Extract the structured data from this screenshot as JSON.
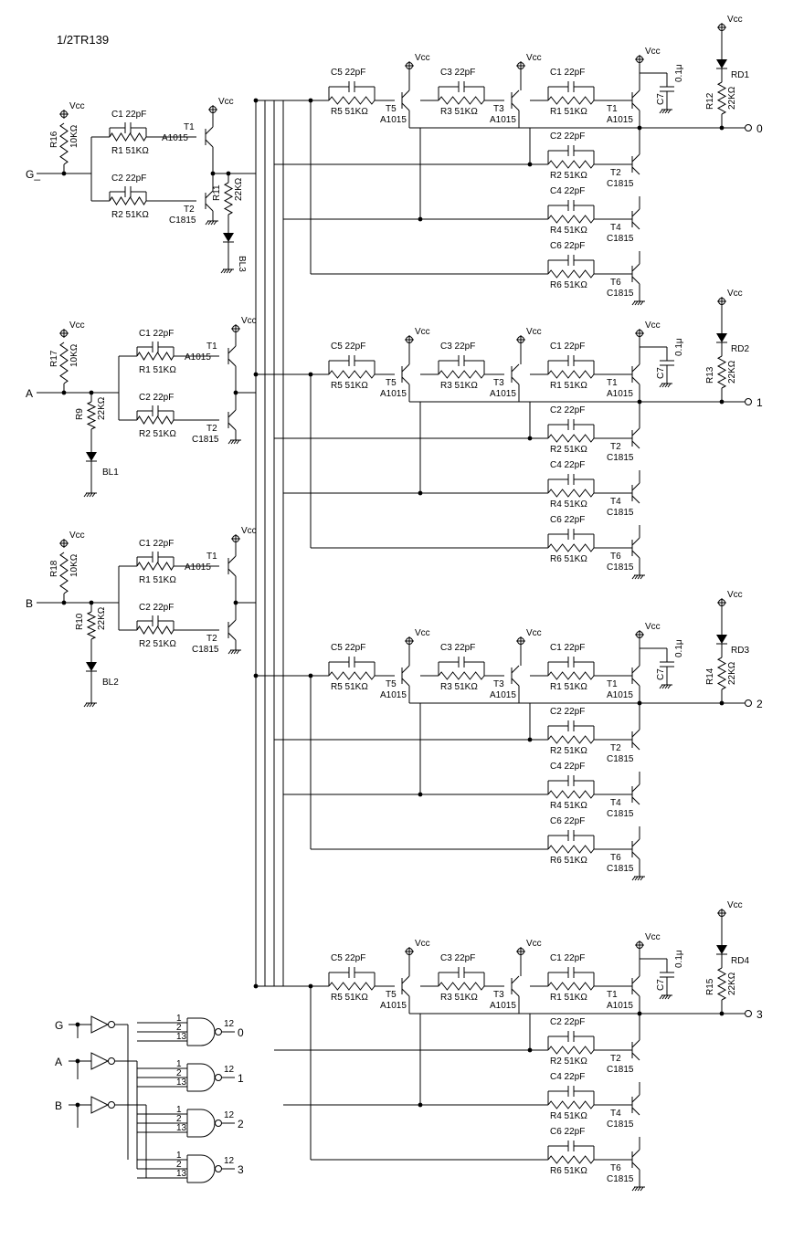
{
  "title": "1/2TR139",
  "vcc": "Vcc",
  "cap_22pF": "22pF",
  "cap_01u": "0.1μ",
  "res_51k": "51KΩ",
  "res_22k": "22KΩ",
  "res_10k": "10KΩ",
  "input_stages": [
    {
      "input": "G_",
      "pullup": "R16",
      "res": "10KΩ",
      "led_res": "R11",
      "led": "BL3",
      "c1": "C1",
      "r1": "R1",
      "c2": "C2",
      "r2": "R2",
      "t1": "T1",
      "t1_part": "A1015",
      "t2": "T2",
      "t2_part": "C1815"
    },
    {
      "input": "A",
      "pullup": "R17",
      "res": "10KΩ",
      "led_res": "R9",
      "led": "BL1",
      "c1": "C1",
      "r1": "R1",
      "c2": "C2",
      "r2": "R2",
      "t1": "T1",
      "t1_part": "A1015",
      "t2": "T2",
      "t2_part": "C1815"
    },
    {
      "input": "B",
      "pullup": "R18",
      "res": "10KΩ",
      "led_res": "R10",
      "led": "BL2",
      "c1": "C1",
      "r1": "R1",
      "c2": "C2",
      "r2": "R2",
      "t1": "T1",
      "t1_part": "A1015",
      "t2": "T2",
      "t2_part": "C1815"
    }
  ],
  "output_blocks": [
    {
      "out": "0",
      "led": "RD1",
      "led_res": "R12"
    },
    {
      "out": "1",
      "led": "RD2",
      "led_res": "R13"
    },
    {
      "out": "2",
      "led": "RD3",
      "led_res": "R14"
    },
    {
      "out": "3",
      "led": "RD4",
      "led_res": "R15"
    }
  ],
  "block_parts": {
    "c5": "C5",
    "r5": "R5",
    "t5": "T5",
    "c3": "C3",
    "r3": "R3",
    "t3": "T3",
    "c1": "C1",
    "r1": "R1",
    "t1": "T1",
    "c2": "C2",
    "r2": "R2",
    "t2": "T2",
    "c4": "C4",
    "r4": "R4",
    "t4": "T4",
    "c6": "C6",
    "r6": "R6",
    "t6": "T6",
    "c7": "C7",
    "pnp": "A1015",
    "npn": "C1815"
  },
  "logic": {
    "inputs": [
      "G",
      "A",
      "B"
    ],
    "pins": [
      "1",
      "2",
      "13"
    ],
    "out_pin": "12",
    "outputs": [
      "0",
      "1",
      "2",
      "3"
    ]
  }
}
